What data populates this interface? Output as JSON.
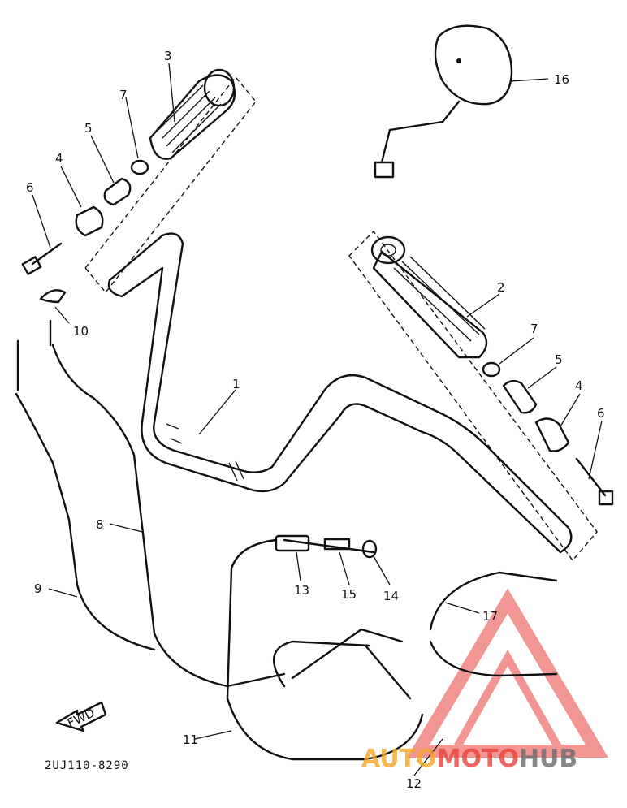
{
  "diagram_code": "2UJ110-8290",
  "fwd_label": "FWD",
  "callouts": {
    "c1": "1",
    "c2": "2",
    "c3": "3",
    "c4a": "4",
    "c4b": "4",
    "c5a": "5",
    "c5b": "5",
    "c6a": "6",
    "c6b": "6",
    "c7a": "7",
    "c7b": "7",
    "c8": "8",
    "c9": "9",
    "c10": "10",
    "c11": "11",
    "c12": "12",
    "c13": "13",
    "c14": "14",
    "c15": "15",
    "c16": "16",
    "c17": "17"
  },
  "watermark": {
    "part1": "AUTO",
    "part2": "MOTO",
    "part3": "HUB",
    "colors": {
      "orange": "#f5a623",
      "red": "#e8423c",
      "gray": "#6b6b6b"
    }
  }
}
